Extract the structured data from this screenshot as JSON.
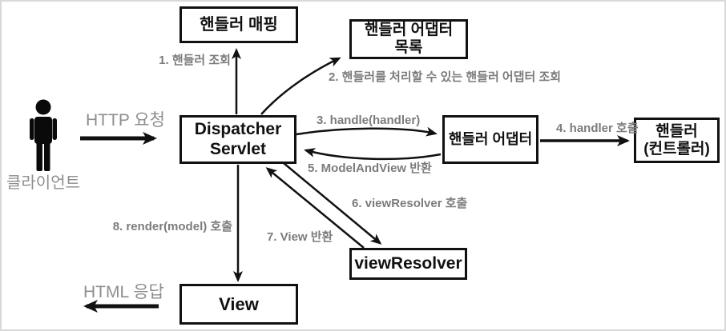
{
  "canvas": {
    "background": "#ffffff",
    "frame_color": "#d9d9d9",
    "line_color": "#111111",
    "box_text_color": "#111111",
    "step_label_color": "#7c7c7c",
    "big_label_color": "#8e8e8e"
  },
  "actor": {
    "icon": "person-silhouette",
    "label": "클라이언트"
  },
  "boxes": {
    "handler_mapping": {
      "label": "핸들러 매핑"
    },
    "handler_adapter_list": {
      "label": "핸들러 어댑터\n목록"
    },
    "dispatcher_servlet": {
      "label": "Dispatcher\nServlet"
    },
    "handler_adapter": {
      "label": "핸들러 어댑터"
    },
    "handler_controller": {
      "label": "핸들러\n(컨트롤러)"
    },
    "view_resolver": {
      "label": "viewResolver"
    },
    "view": {
      "label": "View"
    }
  },
  "flow_labels": {
    "http_request": "HTTP 요청",
    "html_response": "HTML 응답",
    "step1": "1. 핸들러 조회",
    "step2": "2. 핸들러를 처리할 수 있는 핸들러 어댑터 조회",
    "step3": "3. handle(handler)",
    "step4": "4. handler 호출",
    "step5": "5. ModelAndView 반환",
    "step6": "6. viewResolver 호출",
    "step7": "7. View 반환",
    "step8": "8. render(model) 호출"
  }
}
